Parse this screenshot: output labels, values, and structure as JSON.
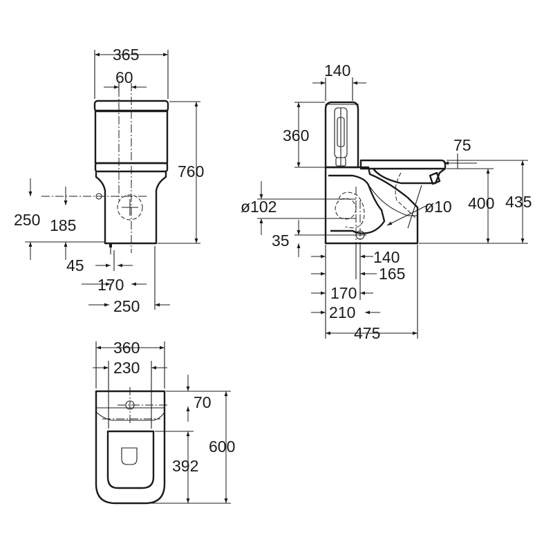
{
  "front_view": {
    "width_365": "365",
    "width_60": "60",
    "height_760": "760",
    "height_250": "250",
    "height_185": "185",
    "offset_45": "45",
    "offset_170": "170",
    "offset_250": "250"
  },
  "side_view": {
    "tank_140": "140",
    "tank_360": "360",
    "seat_75": "75",
    "pipe_102": "ø102",
    "pipe_10": "ø10",
    "height_400": "400",
    "height_435": "435",
    "height_35": "35",
    "offset_140": "140",
    "offset_165": "165",
    "offset_170": "170",
    "offset_210": "210",
    "depth_475": "475"
  },
  "top_view": {
    "width_360": "360",
    "width_230": "230",
    "offset_70": "70",
    "depth_600": "600",
    "offset_392": "392"
  }
}
